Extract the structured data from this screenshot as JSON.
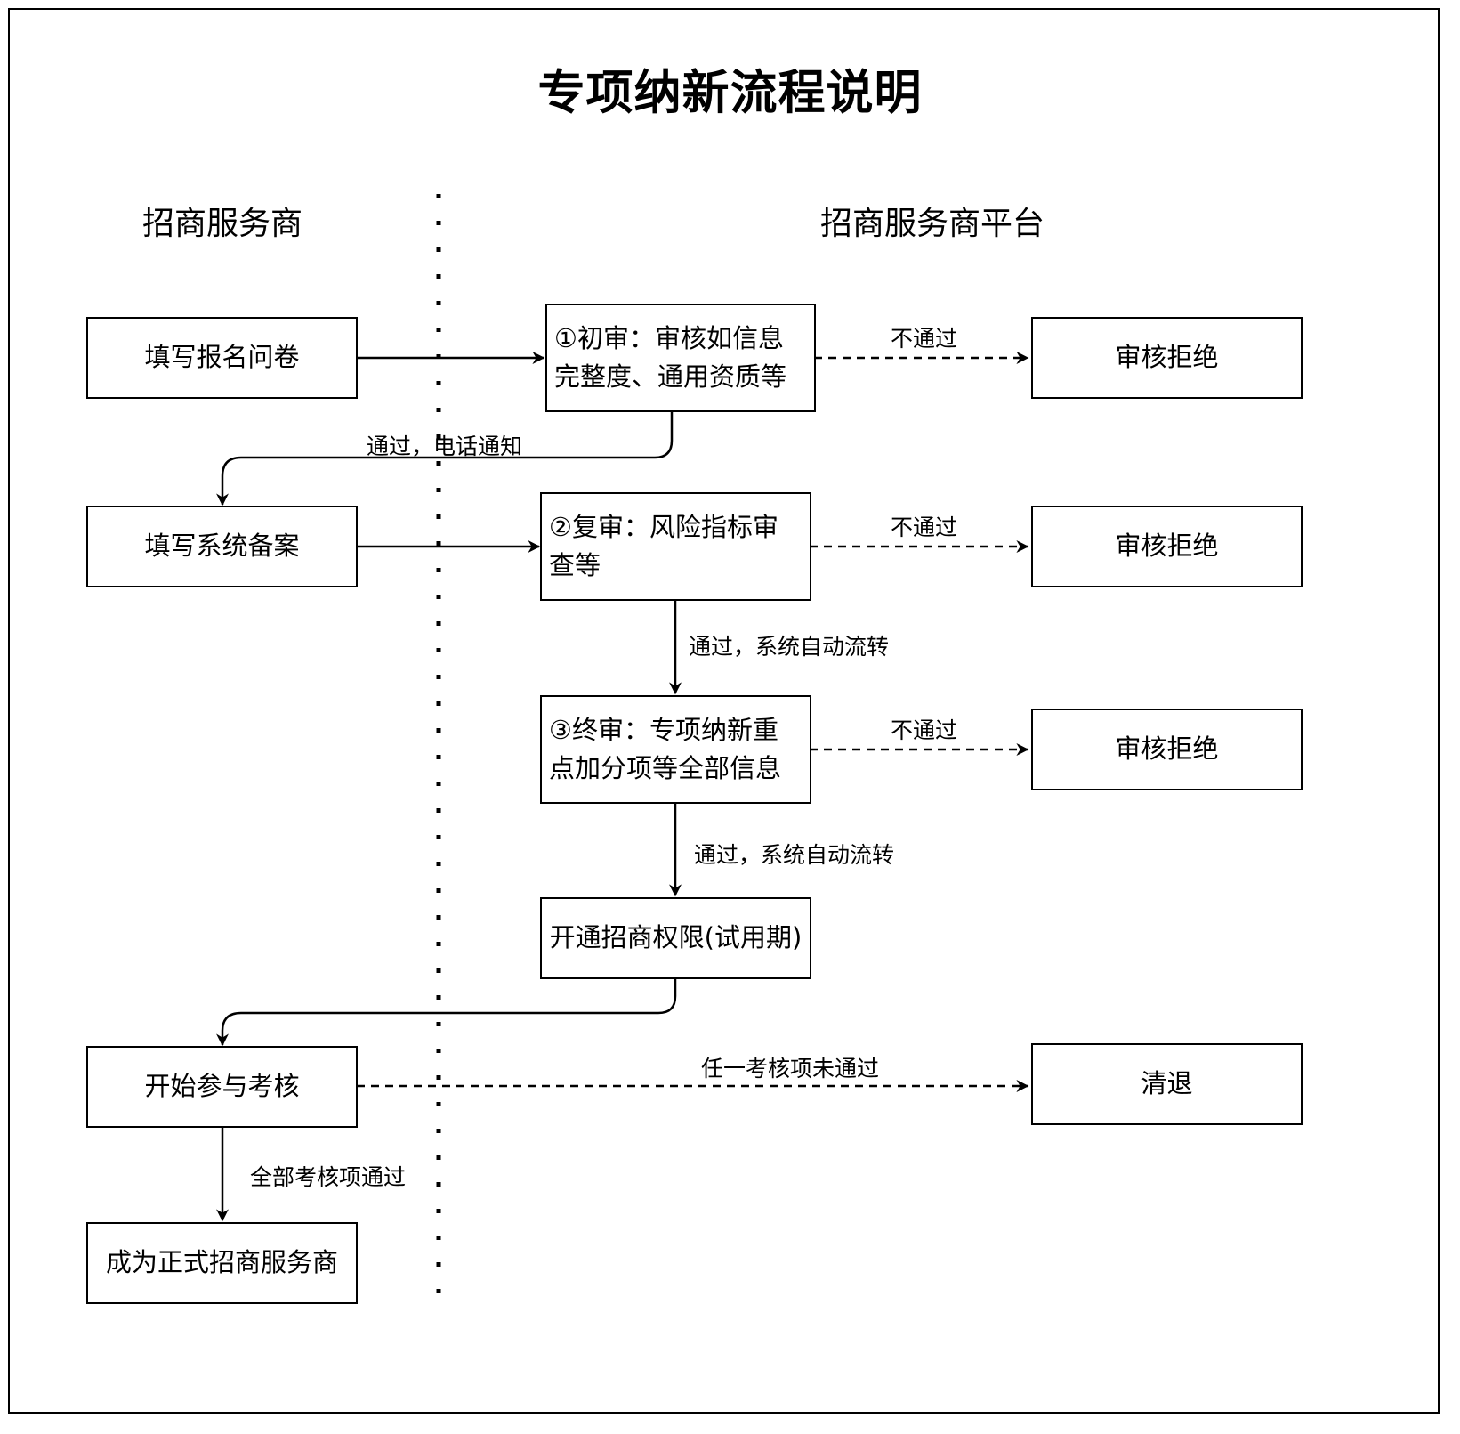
{
  "title": "专项纳新流程说明",
  "lanes": {
    "left": "招商服务商",
    "right": "招商服务商平台"
  },
  "nodes": {
    "fill_survey": "填写报名问卷",
    "first_review": "①初审：审核如信息完整度、通用资质等",
    "reject_1": "审核拒绝",
    "fill_system": "填写系统备案",
    "second_review": "②复审：风险指标审查等",
    "reject_2": "审核拒绝",
    "final_review": "③终审：专项纳新重点加分项等全部信息",
    "reject_3": "审核拒绝",
    "open_permission": "开通招商权限(试用期)",
    "start_assessment": "开始参与考核",
    "clear_out": "清退",
    "become_official": "成为正式招商服务商"
  },
  "edges": {
    "fail_1": "不通过",
    "pass_phone": "通过，电话通知",
    "fail_2": "不通过",
    "pass_auto_1": "通过，系统自动流转",
    "fail_3": "不通过",
    "pass_auto_2": "通过，系统自动流转",
    "any_fail": "任一考核项未通过",
    "all_pass": "全部考核项通过"
  }
}
